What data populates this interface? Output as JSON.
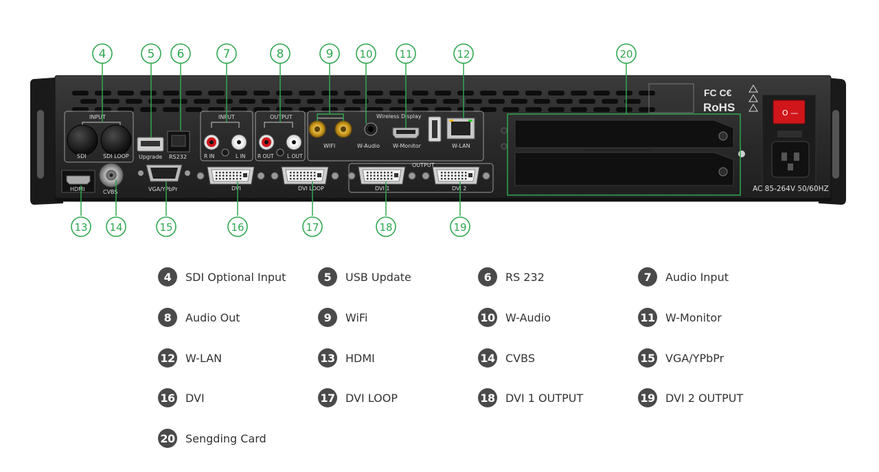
{
  "panel": {
    "section_labels": {
      "input": "INPUT",
      "input_audio": "INPUT",
      "output_audio": "OUTPUT",
      "wireless": "Wireless Display",
      "output_dvi": "OUTPUT"
    },
    "port_labels": {
      "sdi": "SDI",
      "sdi_loop": "SDI LOOP",
      "upgrade": "Upgrade",
      "rs232": "RS232",
      "r_in": "R IN",
      "l_in": "L IN",
      "r_out": "R OUT",
      "l_out": "L OUT",
      "wifi": "WIFI",
      "w_audio": "W-Audio",
      "w_monitor": "W-Monitor",
      "w_lan": "W-LAN",
      "hdmi": "HDMI",
      "cvbs": "CVBS",
      "vga": "VGA/YPbPr",
      "dvi": "DVI",
      "dvi_loop": "DVI LOOP",
      "dvi1": "DVI 1",
      "dvi2": "DVI 2",
      "power": "AC 85-264V 50/60HZ"
    },
    "cert": {
      "fc_ce": "FC C€",
      "rohs": "RoHS"
    },
    "switch_label": "O —"
  },
  "callouts": [
    "4",
    "5",
    "6",
    "7",
    "8",
    "9",
    "10",
    "11",
    "12",
    "13",
    "14",
    "15",
    "16",
    "17",
    "18",
    "19",
    "20"
  ],
  "legend": [
    {
      "num": "4",
      "text": "SDI Optional Input"
    },
    {
      "num": "5",
      "text": "USB Update"
    },
    {
      "num": "6",
      "text": "RS 232"
    },
    {
      "num": "7",
      "text": "Audio Input"
    },
    {
      "num": "8",
      "text": "Audio Out"
    },
    {
      "num": "9",
      "text": "WiFi"
    },
    {
      "num": "10",
      "text": "W-Audio"
    },
    {
      "num": "11",
      "text": "W-Monitor"
    },
    {
      "num": "12",
      "text": "W-LAN"
    },
    {
      "num": "13",
      "text": "HDMI"
    },
    {
      "num": "14",
      "text": "CVBS"
    },
    {
      "num": "15",
      "text": "VGA/YPbPr"
    },
    {
      "num": "16",
      "text": "DVI"
    },
    {
      "num": "17",
      "text": "DVI LOOP"
    },
    {
      "num": "18",
      "text": "DVI 1 OUTPUT"
    },
    {
      "num": "19",
      "text": "DVI 2 OUTPUT"
    },
    {
      "num": "20",
      "text": "Sengding Card"
    }
  ],
  "colors": {
    "callout": "#2fa84f",
    "chassis": "#2a2a2a",
    "badge": "#4a4a4a",
    "gold": "#d4a017",
    "switch": "#d0161b"
  }
}
